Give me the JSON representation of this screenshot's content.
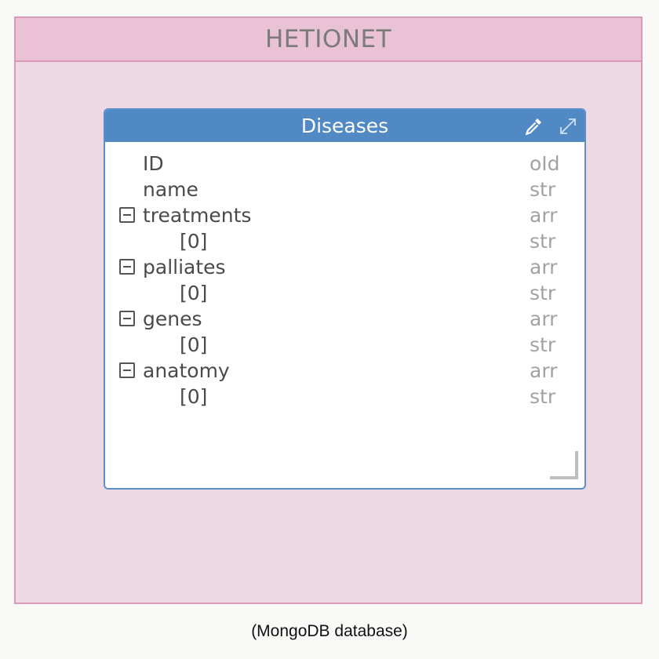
{
  "database": {
    "title": "HETIONET"
  },
  "collection": {
    "title": "Diseases",
    "header_icons": [
      "eyedropper-icon",
      "expand-icon"
    ],
    "fields": [
      {
        "name": "ID",
        "type": "oId",
        "level": 0,
        "expandable": false
      },
      {
        "name": "name",
        "type": "str",
        "level": 0,
        "expandable": false
      },
      {
        "name": "treatments",
        "type": "arr",
        "level": 0,
        "expandable": true
      },
      {
        "name": "[0]",
        "type": "str",
        "level": 1,
        "expandable": false
      },
      {
        "name": "palliates",
        "type": "arr",
        "level": 0,
        "expandable": true
      },
      {
        "name": "[0]",
        "type": "str",
        "level": 1,
        "expandable": false
      },
      {
        "name": "genes",
        "type": "arr",
        "level": 0,
        "expandable": true
      },
      {
        "name": "[0]",
        "type": "str",
        "level": 1,
        "expandable": false
      },
      {
        "name": "anatomy",
        "type": "arr",
        "level": 0,
        "expandable": true
      },
      {
        "name": "[0]",
        "type": "str",
        "level": 1,
        "expandable": false
      }
    ]
  },
  "caption": "(MongoDB database)",
  "colors": {
    "db_background": "#eed8e2",
    "db_header": "#e9c3d5",
    "db_border": "#d99ab7",
    "collection_header": "#5189c5",
    "collection_border": "#5a8fc9",
    "field_name": "#4a4a4a",
    "field_type": "#a2a2a2"
  }
}
